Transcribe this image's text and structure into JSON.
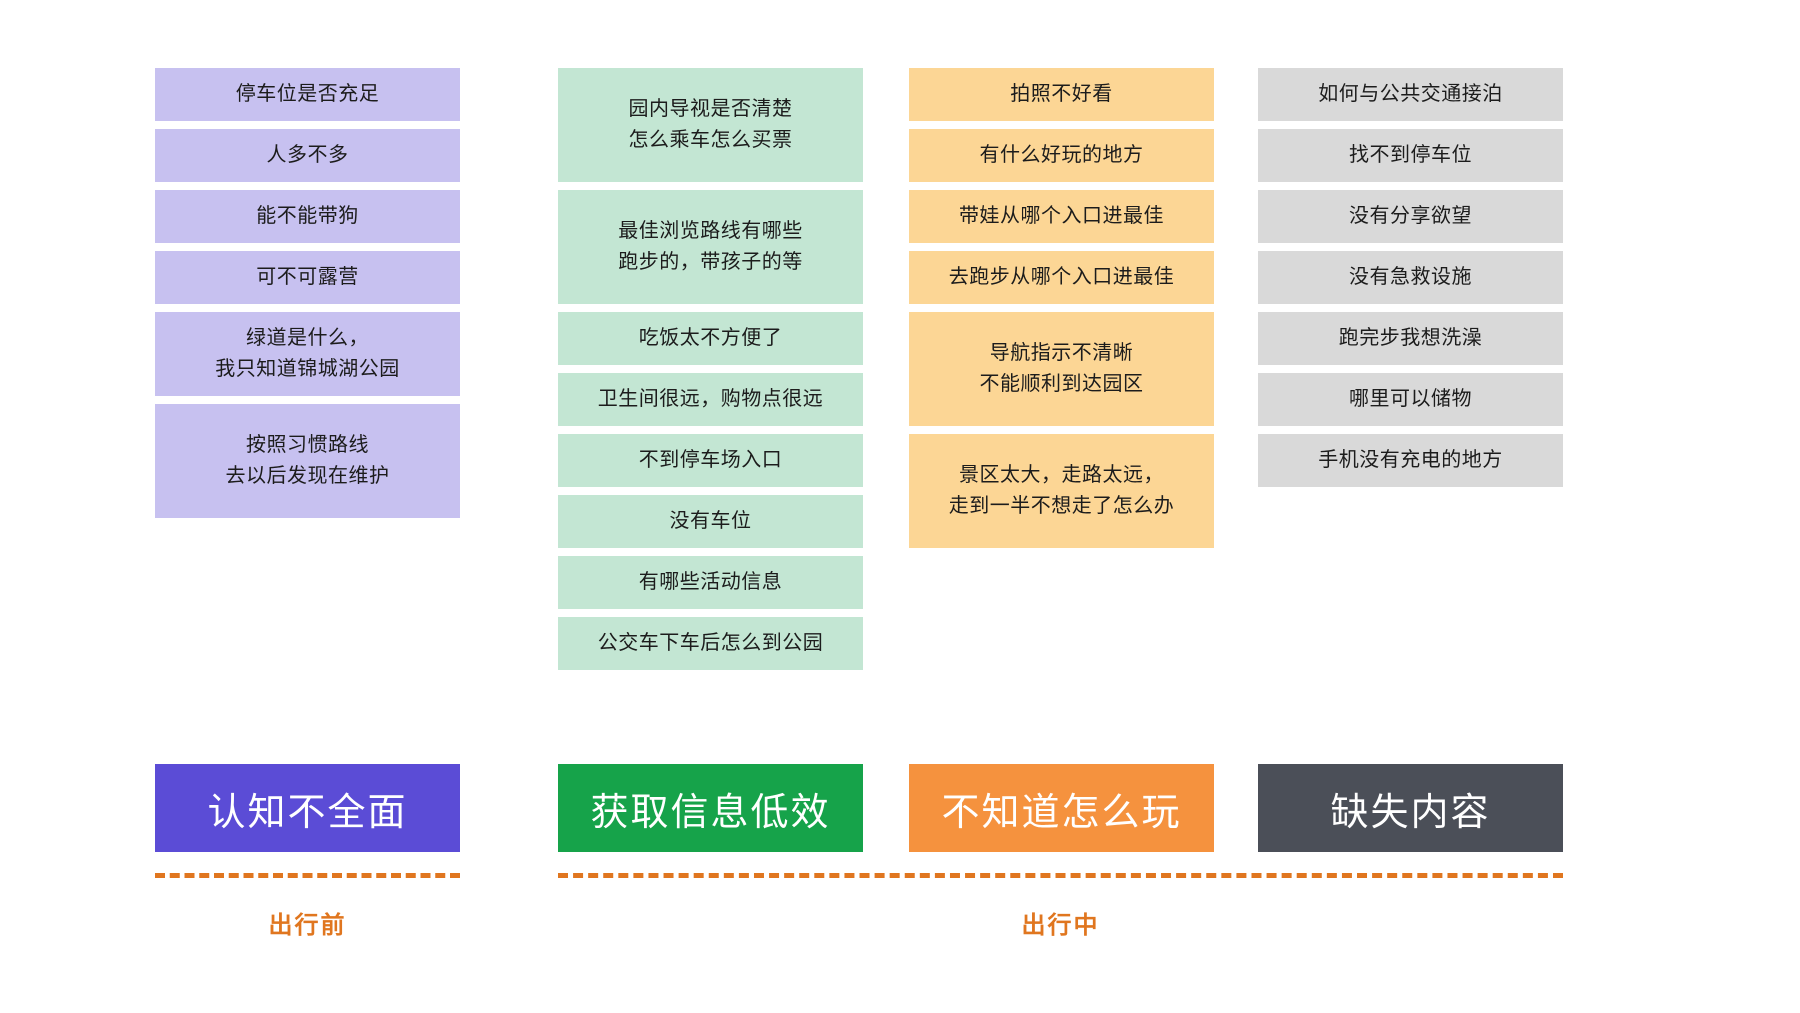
{
  "colors": {
    "card_purple": "#c7c1f0",
    "card_green": "#c3e6d3",
    "card_orange": "#fcd695",
    "card_gray": "#d9d9d9",
    "banner_purple": "#5b4cd6",
    "banner_green": "#16a34a",
    "banner_orange": "#f5923e",
    "banner_gray": "#4b4f58",
    "accent_orange": "#e0761f",
    "background": "#ffffff"
  },
  "columns": [
    {
      "key": "cognition",
      "banner_label": "认知不全面",
      "cards": [
        {
          "text": "停车位是否充足",
          "size": "h1"
        },
        {
          "text": "人多不多",
          "size": "h1"
        },
        {
          "text": "能不能带狗",
          "size": "h1"
        },
        {
          "text": "可不可露营",
          "size": "h1"
        },
        {
          "text": "绿道是什么，\n我只知道锦城湖公园",
          "size": "h2"
        },
        {
          "text": "按照习惯路线\n去以后发现在维护",
          "size": "h3"
        }
      ]
    },
    {
      "key": "info-efficiency",
      "banner_label": "获取信息低效",
      "cards": [
        {
          "text": "园内导视是否清楚\n怎么乘车怎么买票",
          "size": "h3"
        },
        {
          "text": "最佳浏览路线有哪些\n跑步的，带孩子的等",
          "size": "h3"
        },
        {
          "text": "吃饭太不方便了",
          "size": "h1"
        },
        {
          "text": "卫生间很远，购物点很远",
          "size": "h1"
        },
        {
          "text": "不到停车场入口",
          "size": "h1"
        },
        {
          "text": "没有车位",
          "size": "h1"
        },
        {
          "text": "有哪些活动信息",
          "size": "h1"
        },
        {
          "text": "公交车下车后怎么到公园",
          "size": "h1"
        }
      ]
    },
    {
      "key": "how-to-play",
      "banner_label": "不知道怎么玩",
      "cards": [
        {
          "text": "拍照不好看",
          "size": "h1"
        },
        {
          "text": "有什么好玩的地方",
          "size": "h1"
        },
        {
          "text": "带娃从哪个入口进最佳",
          "size": "h1"
        },
        {
          "text": "去跑步从哪个入口进最佳",
          "size": "h1"
        },
        {
          "text": "导航指示不清晰\n不能顺利到达园区",
          "size": "h3"
        },
        {
          "text": "景区太大，走路太远，\n走到一半不想走了怎么办",
          "size": "h3"
        }
      ]
    },
    {
      "key": "missing-content",
      "banner_label": "缺失内容",
      "cards": [
        {
          "text": "如何与公共交通接泊",
          "size": "h1"
        },
        {
          "text": "找不到停车位",
          "size": "h1"
        },
        {
          "text": "没有分享欲望",
          "size": "h1"
        },
        {
          "text": "没有急救设施",
          "size": "h1"
        },
        {
          "text": "跑完步我想洗澡",
          "size": "h1"
        },
        {
          "text": "哪里可以储物",
          "size": "h1"
        },
        {
          "text": "手机没有充电的地方",
          "size": "h1"
        }
      ]
    }
  ],
  "phases": [
    {
      "key": "before-trip",
      "label": "出行前"
    },
    {
      "key": "during-trip",
      "label": "出行中"
    }
  ]
}
